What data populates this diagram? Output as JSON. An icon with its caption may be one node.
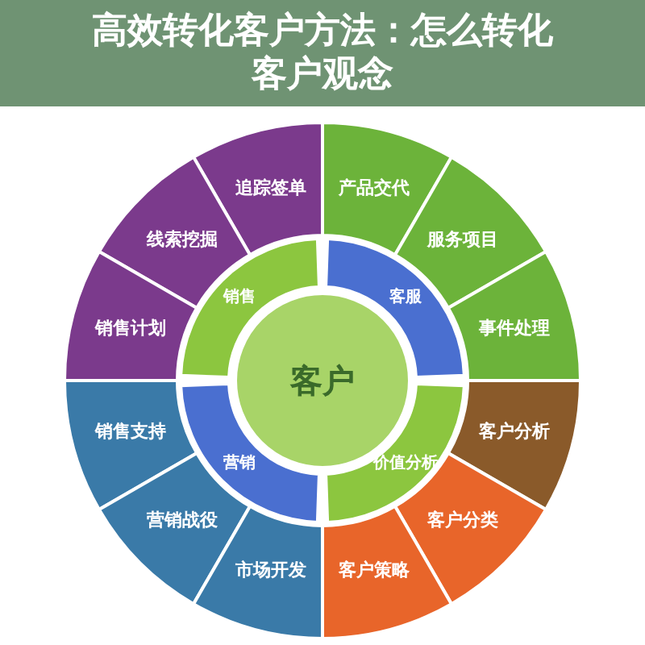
{
  "diagram": {
    "title": "高效转化客户方法：怎么转化客户观念",
    "nodes": [
      {
        "text": [
          "追踪签单"
        ]
      },
      {
        "text": [
          "产品交代"
        ]
      },
      {
        "text": [
          "线索挖掘"
        ]
      },
      {
        "text": [
          "服务项目"
        ]
      },
      {
        "text": [
          "销售"
        ]
      },
      {
        "text": [
          "客服"
        ]
      },
      {
        "text": [
          "销售计划"
        ]
      },
      {
        "text": [
          "事件处理"
        ]
      },
      {
        "text": [
          "客户"
        ]
      },
      {
        "text": [
          "销售支持"
        ]
      },
      {
        "text": [
          "客户分析"
        ]
      },
      {
        "text": [
          "营销"
        ]
      },
      {
        "text": [
          "价值分析"
        ]
      },
      {
        "text": [
          "营销战役"
        ]
      },
      {
        "text": [
          "客户分类"
        ]
      },
      {
        "text": [
          "市场开发"
        ]
      },
      {
        "text": [
          "客户策略"
        ]
      }
    ]
  }
}
